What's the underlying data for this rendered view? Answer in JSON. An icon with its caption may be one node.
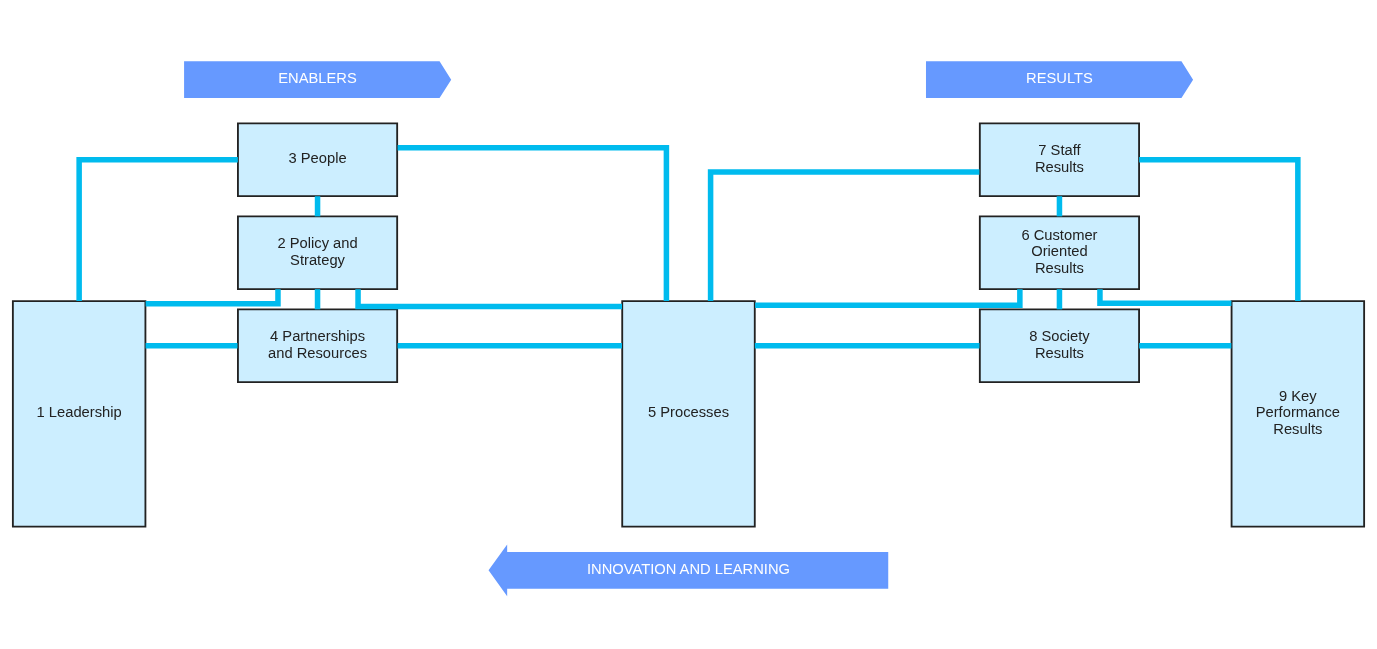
{
  "diagram": {
    "nodes": [
      {
        "text": [
          "ENABLERS"
        ]
      },
      {
        "text": [
          "RESULTS"
        ]
      },
      {
        "text": [
          "1 Leadership"
        ]
      },
      {
        "text": [
          "3 People"
        ]
      },
      {
        "text": [
          "2 Policy and Strategy"
        ]
      },
      {
        "text": [
          "4 Partnerships and Resources"
        ]
      },
      {
        "text": [
          "5 Processes"
        ]
      },
      {
        "text": [
          "7 Staff Results"
        ]
      },
      {
        "text": [
          "6 Customer Oriented Results"
        ]
      },
      {
        "text": [
          "8 Society Results"
        ]
      },
      {
        "text": [
          "9 Key Performance Results"
        ]
      },
      {
        "text": [
          "INNOVATION AND LEARNING"
        ]
      }
    ],
    "edges": [
      {
        "from": 2,
        "to": 3,
        "arrow": "none"
      },
      {
        "from": 2,
        "to": 4,
        "arrow": "none"
      },
      {
        "from": 2,
        "to": 5,
        "arrow": "none"
      },
      {
        "from": 3,
        "to": 4,
        "arrow": "none"
      },
      {
        "from": 4,
        "to": 5,
        "arrow": "none"
      },
      {
        "from": 3,
        "to": 6,
        "arrow": "none"
      },
      {
        "from": 4,
        "to": 6,
        "arrow": "none"
      },
      {
        "from": 5,
        "to": 6,
        "arrow": "none"
      },
      {
        "from": 6,
        "to": 7,
        "arrow": "none"
      },
      {
        "from": 6,
        "to": 8,
        "arrow": "none"
      },
      {
        "from": 6,
        "to": 9,
        "arrow": "none"
      },
      {
        "from": 7,
        "to": 8,
        "arrow": "none"
      },
      {
        "from": 8,
        "to": 9,
        "arrow": "none"
      },
      {
        "from": 7,
        "to": 10,
        "arrow": "none"
      },
      {
        "from": 8,
        "to": 10,
        "arrow": "none"
      },
      {
        "from": 9,
        "to": 10,
        "arrow": "none"
      }
    ]
  }
}
